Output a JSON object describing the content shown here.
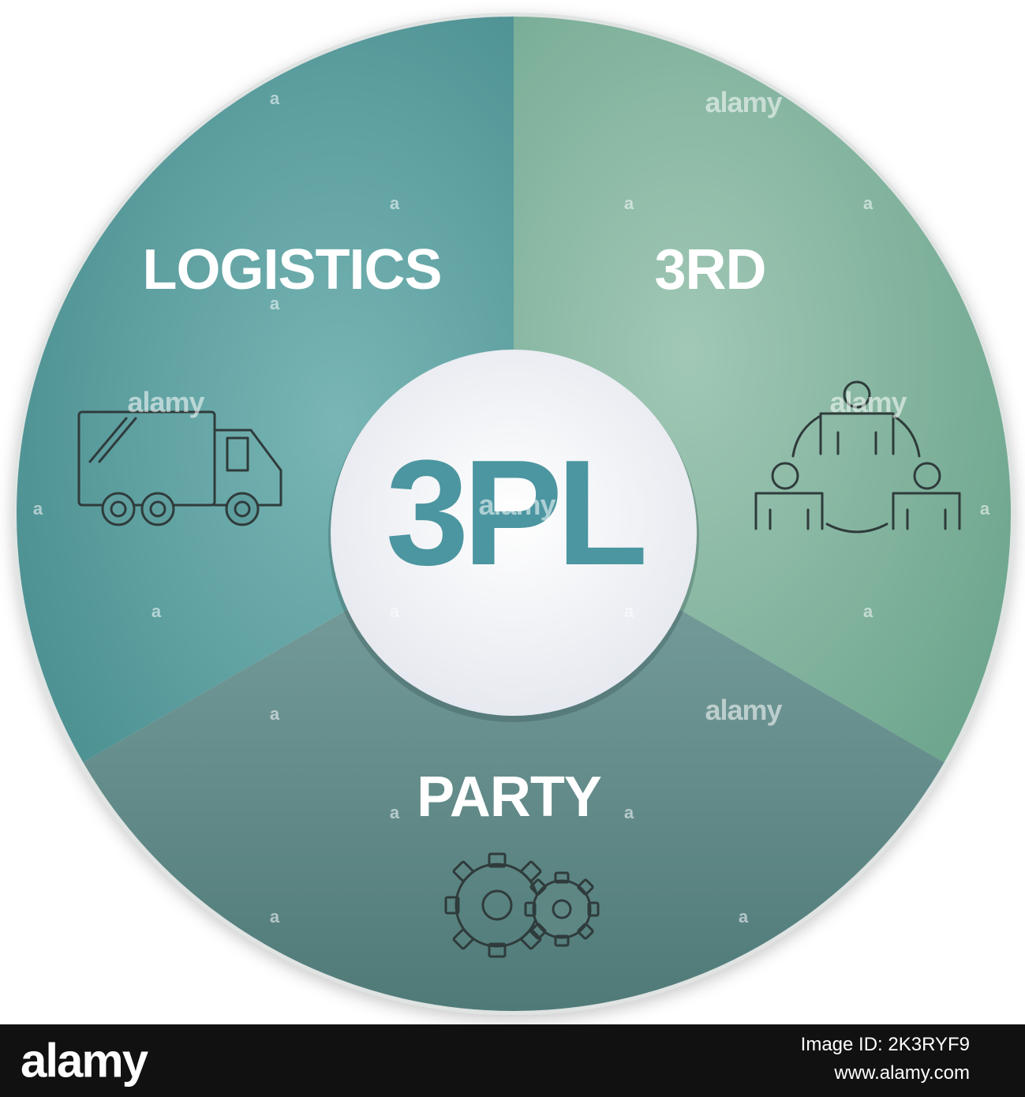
{
  "diagram": {
    "center_label": "3PL",
    "segments": [
      {
        "label": "LOGISTICS",
        "icon": "truck-icon",
        "color": "#5f9e9f"
      },
      {
        "label": "3RD",
        "icon": "team-network-icon",
        "color": "#8ab8a3"
      },
      {
        "label": "PARTY",
        "icon": "gears-icon",
        "color": "#638f8c"
      }
    ]
  },
  "watermark": {
    "text": "alamy",
    "small": "a"
  },
  "footer": {
    "logo": "alamy",
    "image_id": "Image ID: 2K3RYF9",
    "url": "www.alamy.com"
  },
  "colors": {
    "center_text": "#4b96a0",
    "footer_bg": "#111111"
  }
}
